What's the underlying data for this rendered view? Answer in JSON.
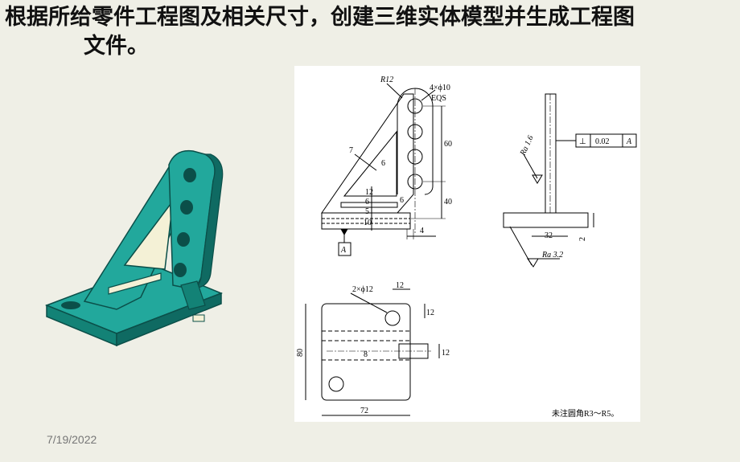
{
  "slide": {
    "title_line1": "根据所给零件工程图及相关尺寸，创建三维实体模型并生成工程图",
    "title_line2": "文件。",
    "date": "7/19/2022"
  },
  "drawing": {
    "front_view": {
      "radius_label": "R12",
      "hole_label": "4×ϕ10",
      "hole_eqs": "EQS",
      "dim_60": "60",
      "dim_40": "40",
      "dim_7": "7",
      "dim_6a": "6",
      "dim_6b": "6",
      "dim_12": "12",
      "dim_6c": "6",
      "dim_10": "10",
      "dim_5": "5",
      "dim_4": "4",
      "datum": "A"
    },
    "side_view": {
      "perp_symbol": "⊥",
      "tolerance": "0.02",
      "datum_ref": "A",
      "ra1": "Ra 1.6",
      "dim_32": "32",
      "dim_2": "2",
      "ra2": "Ra 3.2"
    },
    "top_view": {
      "hole_label": "2×ϕ12",
      "dim_12_top": "12",
      "dim_12_right": "12",
      "dim_12_slot": "12",
      "dim_8": "8",
      "dim_80": "80",
      "dim_72": "72"
    },
    "note": "未注圆角R3～R5。"
  },
  "colors": {
    "background": "#efefe6",
    "model_teal": "#22a89c",
    "model_dark": "#0f6a62",
    "model_inner": "#f4f1d6"
  }
}
